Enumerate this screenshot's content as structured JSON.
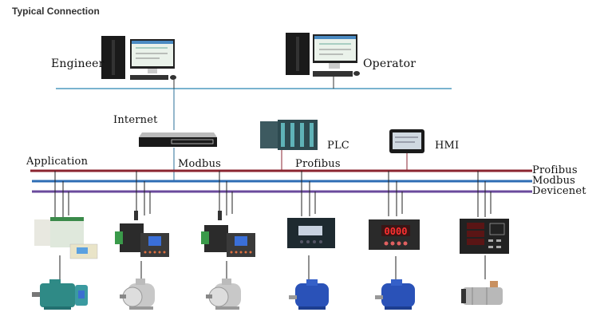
{
  "title": "Typical Connection",
  "labels": {
    "engineer": "Engineer",
    "operator": "Operator",
    "internet": "Internet",
    "application": "Application",
    "modbus_top": "Modbus",
    "profibus_top": "Profibus",
    "plc": "PLC",
    "hmi": "HMI"
  },
  "buses": [
    {
      "name": "Profibus",
      "color": "#8b2530"
    },
    {
      "name": "Modbus",
      "color": "#2e6db4"
    },
    {
      "name": "Devicenet",
      "color": "#6a4a9c"
    }
  ],
  "ethernet_color": "#7ab3cf",
  "devices": [
    {
      "type": "modular-protector",
      "motor": "green-motor"
    },
    {
      "type": "motor-protector-with-display",
      "motor": "silver-motor"
    },
    {
      "type": "motor-protector-with-display",
      "motor": "silver-motor"
    },
    {
      "type": "lcd-meter",
      "motor": "blue-motor"
    },
    {
      "type": "led-meter",
      "display": "0000",
      "motor": "blue-motor"
    },
    {
      "type": "multi-led-meter",
      "motor": "submersible-pump"
    }
  ],
  "led_display": "0000"
}
